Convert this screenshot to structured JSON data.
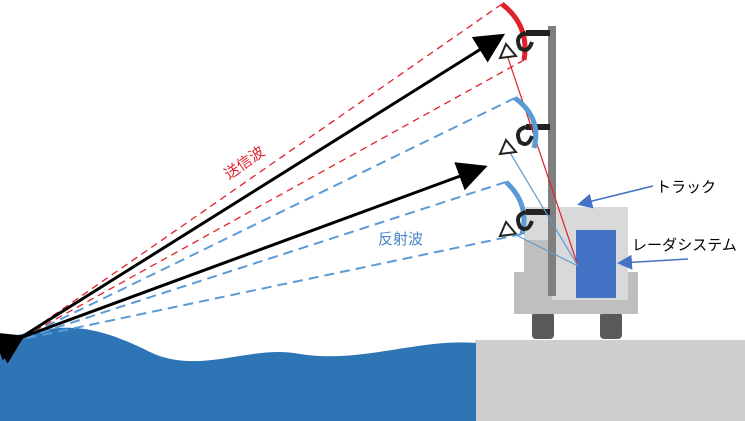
{
  "labels": {
    "transmitted_wave": "送信波",
    "reflected_wave": "反射波",
    "truck": "トラック",
    "radar_system": "レーダシステム"
  },
  "colors": {
    "transmit": "#e0202a",
    "reflect": "#5b9bd5",
    "water": "#2e75b6",
    "ground": "#d0cfcf",
    "truck_body": "#bfbfbf",
    "radar_box": "#4472c4",
    "mast": "#7f7f7f",
    "wheel": "#595959",
    "arrow_black": "#000000",
    "callout_arrow": "#4472c4"
  }
}
